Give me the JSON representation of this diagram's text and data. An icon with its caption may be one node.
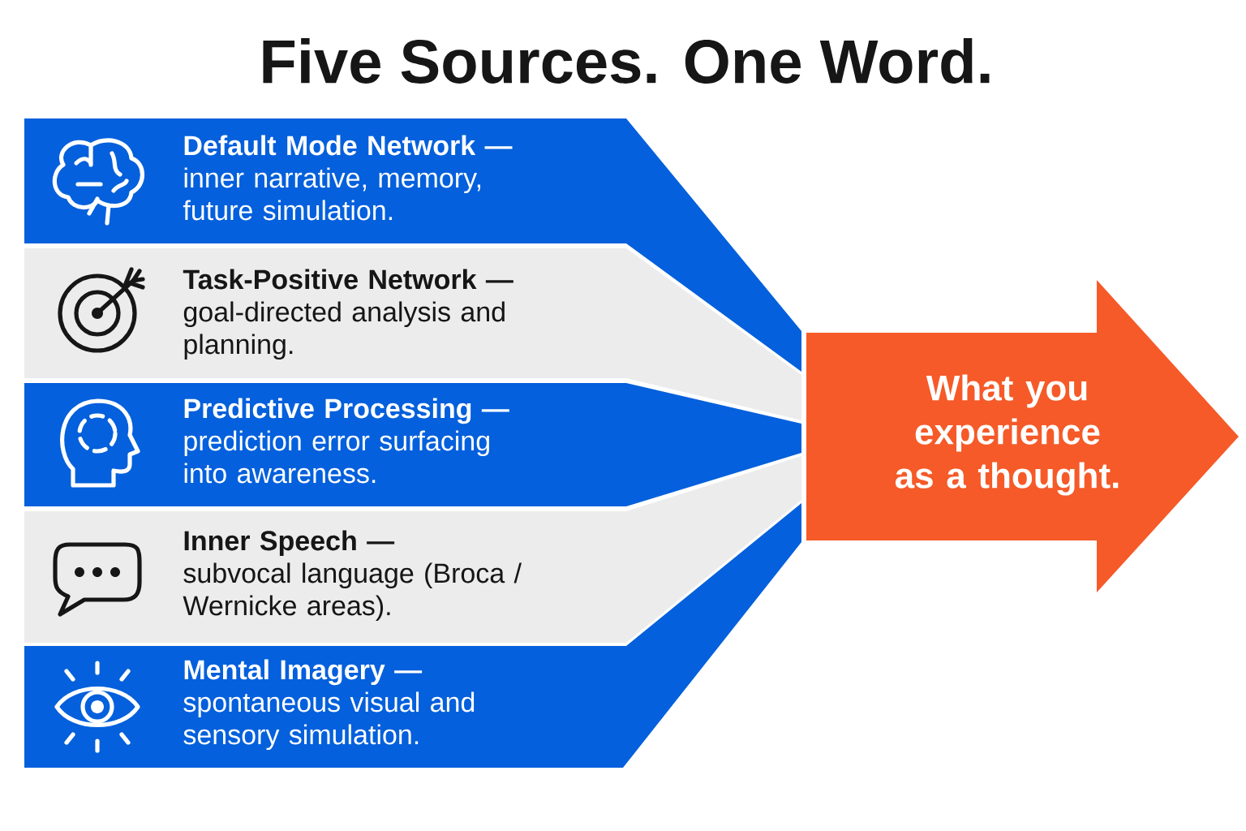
{
  "diagram": {
    "title": "Five Sources. One Word.",
    "nodes": [
      {
        "text": [
          "Default Mode Network —",
          "inner narrative, memory, future simulation."
        ]
      },
      {
        "text": [
          "Task-Positive Network —",
          "goal-directed analysis and planning."
        ]
      },
      {
        "text": [
          "Predictive Processing —",
          "prediction error surfacing into awareness."
        ]
      },
      {
        "text": [
          "Inner Speech —",
          "subvocal language (Broca / Wernicke areas)."
        ]
      },
      {
        "text": [
          "Mental Imagery —",
          "spontaneous visual and sensory simulation."
        ]
      },
      {
        "text": [
          "What you experience as a thought."
        ]
      }
    ]
  }
}
